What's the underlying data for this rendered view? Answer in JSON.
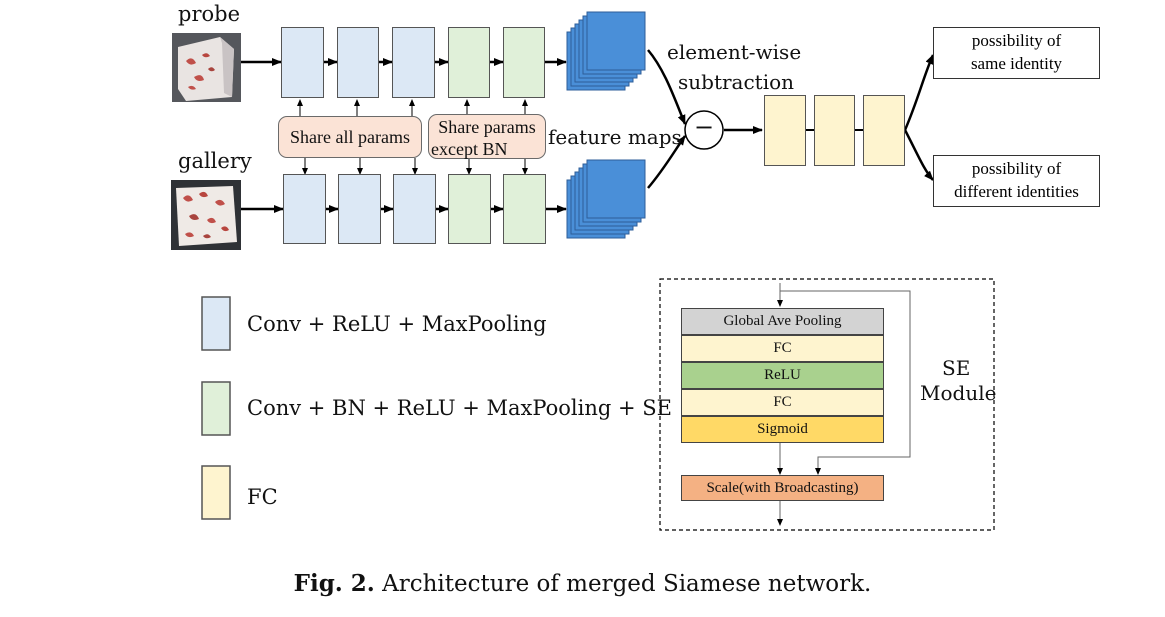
{
  "labels": {
    "probe": "probe",
    "gallery": "gallery",
    "share_all": "Share all params",
    "share_except_line1": "Share params",
    "share_except_line2": "except BN",
    "feature_maps": "feature maps",
    "subtraction_line1": "element-wise",
    "subtraction_line2": "subtraction",
    "minus_symbol": "−",
    "out_same_line1": "possibility of",
    "out_same_line2": "same identity",
    "out_diff_line1": "possibility of",
    "out_diff_line2": "different identities"
  },
  "legend": {
    "conv": "Conv + ReLU + MaxPooling",
    "conv_bn_se": "Conv + BN + ReLU + MaxPooling + SE",
    "fc": "FC"
  },
  "se_module": {
    "title_line1": "SE",
    "title_line2": "Module",
    "layers": [
      "Global Ave Pooling",
      "FC",
      "ReLU",
      "FC",
      "Sigmoid"
    ],
    "scale": "Scale(with Broadcasting)"
  },
  "caption": {
    "prefix": "Fig. 2.",
    "text": "Architecture of merged Siamese network."
  },
  "colors": {
    "conv_blue": "#dce8f5",
    "conv_green": "#e0f0d9",
    "fc_yellow": "#fef4cf",
    "feature_map": "#4a8fd8",
    "share_fill": "#fbe3d6",
    "gap_gray": "#d3d3d3",
    "relu_green": "#a9d18e",
    "sigmoid_gold": "#ffd966",
    "scale_orange": "#f4b183"
  }
}
